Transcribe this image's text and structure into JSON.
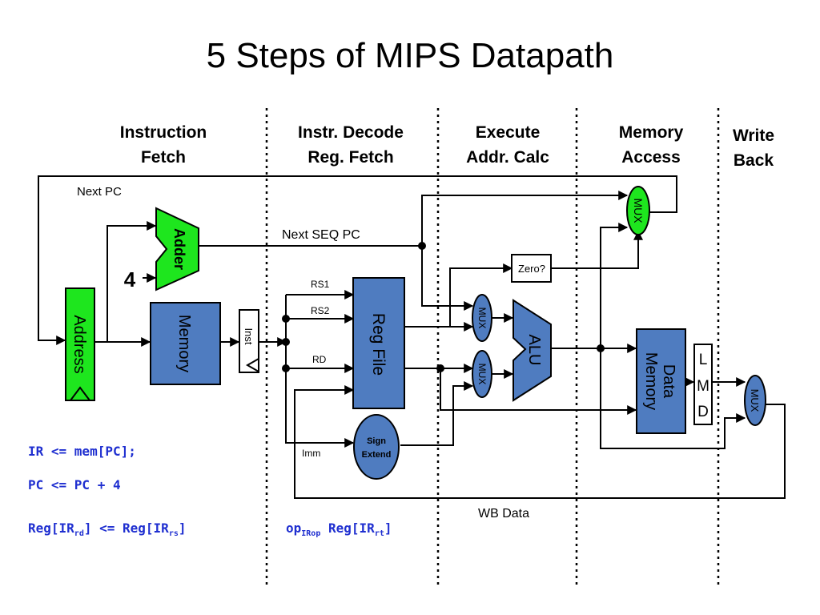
{
  "title": "5 Steps of MIPS Datapath",
  "stages": {
    "fetch": [
      "Instruction",
      "Fetch"
    ],
    "decode": [
      "Instr. Decode",
      "Reg. Fetch"
    ],
    "execute": [
      "Execute",
      "Addr. Calc"
    ],
    "memory": [
      "Memory",
      "Access"
    ],
    "writeback": [
      "Write",
      "Back"
    ]
  },
  "labels": {
    "next_pc": "Next PC",
    "next_seq_pc": "Next SEQ PC",
    "four": "4",
    "rs1": "RS1",
    "rs2": "RS2",
    "rd": "RD",
    "imm": "Imm",
    "wb_data": "WB Data"
  },
  "blocks": {
    "address": "Address",
    "adder": "Adder",
    "memory": "Memory",
    "inst": "Inst",
    "reg_file": "Reg File",
    "sign_extend": [
      "Sign",
      "Extend"
    ],
    "zero": "Zero?",
    "alu": "ALU",
    "data_memory": [
      "Data",
      "Memory"
    ],
    "lmd": [
      "L",
      "M",
      "D"
    ],
    "mux": "MUX"
  },
  "code": {
    "line1": "IR <= mem[PC];",
    "line2": "PC <= PC + 4",
    "line3_a": "Reg[IR",
    "line3_a_sub": "rd",
    "line3_b": "] <= Reg[IR",
    "line3_b_sub": "rs",
    "line3_c": "]",
    "line3_op": "op",
    "line3_op_sub": "IRop",
    "line3_d": " Reg[IR",
    "line3_d_sub": "rt",
    "line3_e": "]"
  },
  "colors": {
    "green": "#1ee61e",
    "blue": "#4f7cc0",
    "code_blue": "#1f2fd0",
    "line": "#000000"
  }
}
